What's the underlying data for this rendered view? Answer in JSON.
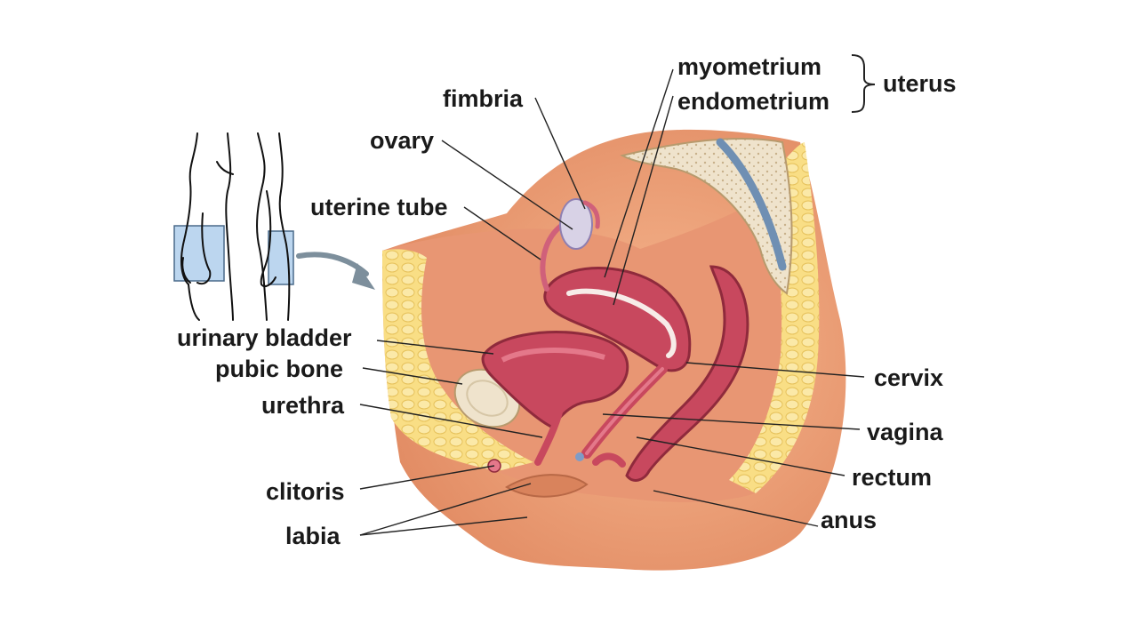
{
  "labels": {
    "myometrium": "myometrium",
    "endometrium": "endometrium",
    "uterus": "uterus",
    "fimbria": "fimbria",
    "ovary": "ovary",
    "uterine_tube": "uterine tube",
    "urinary_bladder": "urinary bladder",
    "pubic_bone": "pubic bone",
    "urethra": "urethra",
    "clitoris": "clitoris",
    "labia": "labia",
    "cervix": "cervix",
    "vagina": "vagina",
    "rectum": "rectum",
    "anus": "anus"
  },
  "colors": {
    "skin": "#f2a37c",
    "skin_dark": "#d9835c",
    "fat": "#f7d874",
    "organ": "#c8485e",
    "organ_light": "#e4788a",
    "bone": "#efe3cc",
    "vessel": "#6f8fb3",
    "leader": "#222222",
    "arrow": "#7d8f9c",
    "inset_plane": "#bcd6ef"
  }
}
